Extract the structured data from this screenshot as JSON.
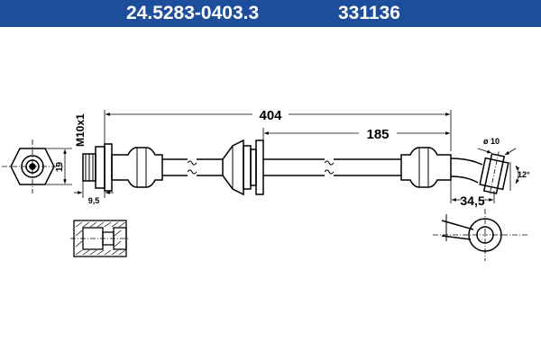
{
  "header": {
    "part_number": "24.5283-0403.3",
    "ref_number": "331136"
  },
  "dimensions": {
    "total_length": "404",
    "partial_length": "185",
    "thread": "M10x1",
    "hex_width": "19",
    "fitting_length": "9,5",
    "eye_diameter": "ø 10",
    "eye_angle": "12°",
    "eye_offset": "34,5"
  },
  "colors": {
    "header_bg": "#1d4e9c",
    "header_text": "#ffffff",
    "line": "#000000"
  }
}
